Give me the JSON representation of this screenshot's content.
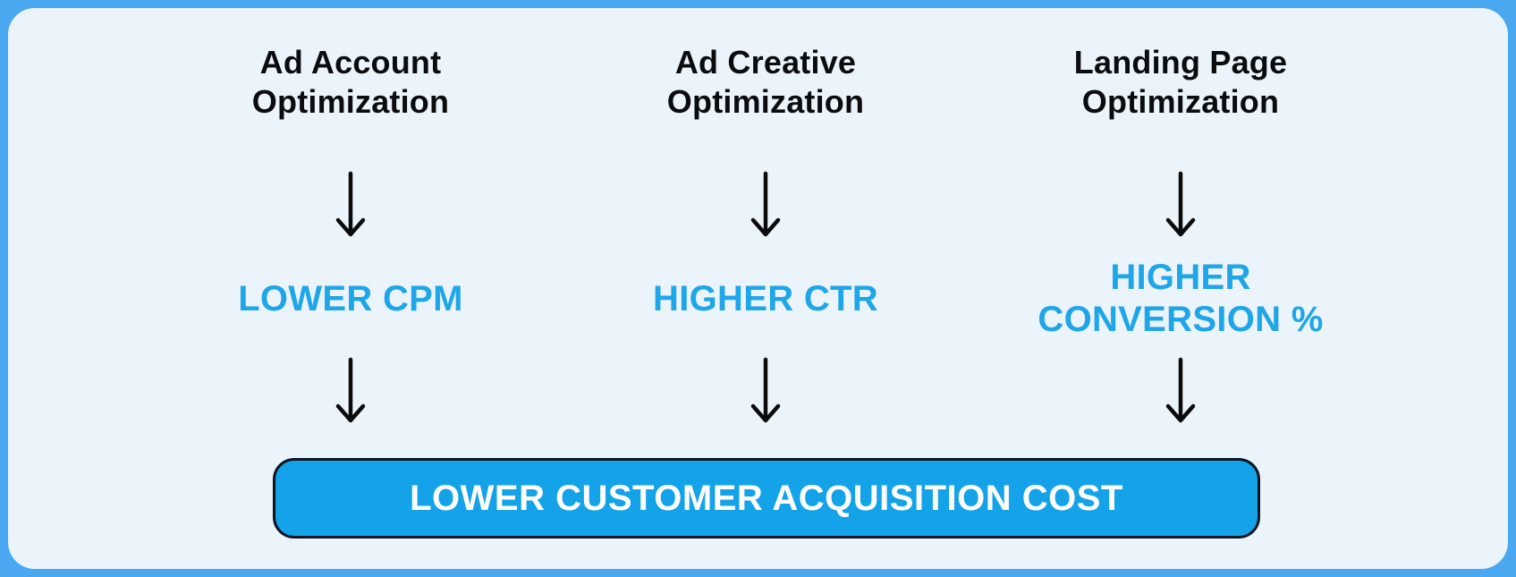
{
  "diagram": {
    "columns": [
      {
        "heading": "Ad Account\nOptimization",
        "outcome": "LOWER CPM"
      },
      {
        "heading": "Ad Creative\nOptimization",
        "outcome": "HIGHER CTR"
      },
      {
        "heading": "Landing Page\nOptimization",
        "outcome": "HIGHER\nCONVERSION %"
      }
    ],
    "result": "LOWER CUSTOMER ACQUISITION COST",
    "colors": {
      "frame": "#4AA8F0",
      "background": "#ECF4FB",
      "accent_text": "#1FA6E8",
      "result_fill": "#14A3E8",
      "result_border": "#0D1522",
      "heading_text": "#0B0C0E",
      "arrow": "#0B0B0B",
      "result_text": "#FFFFFF"
    },
    "icons": {
      "arrow": "down-arrow-icon"
    }
  }
}
